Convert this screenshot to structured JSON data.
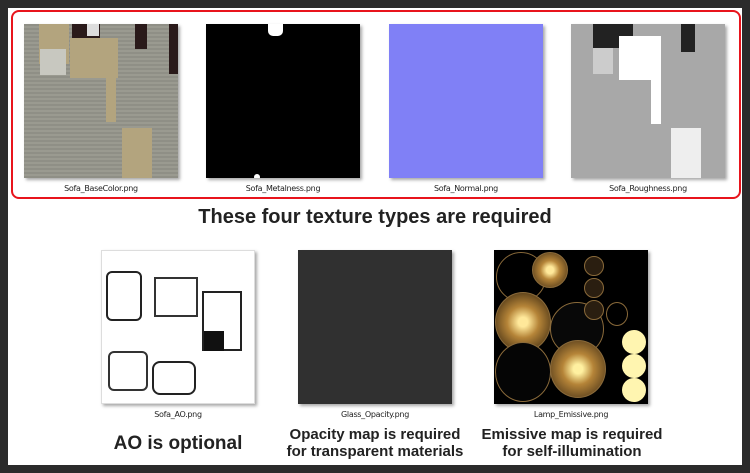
{
  "top_row": {
    "files": [
      "Sofa_BaseColor.png",
      "Sofa_Metalness.png",
      "Sofa_Normal.png",
      "Sofa_Roughness.png"
    ],
    "caption": "These four texture types are required"
  },
  "bottom_row": [
    {
      "file": "Sofa_AO.png",
      "caption_lines": [
        "AO is optional"
      ]
    },
    {
      "file": "Glass_Opacity.png",
      "caption_lines": [
        "Opacity map is required",
        "for transparent materials"
      ]
    },
    {
      "file": "Lamp_Emissive.png",
      "caption_lines": [
        "Emissive map is required",
        "for self-illumination"
      ]
    }
  ],
  "colors": {
    "highlight": "#e8141c",
    "frame": "#2b2b2b"
  }
}
